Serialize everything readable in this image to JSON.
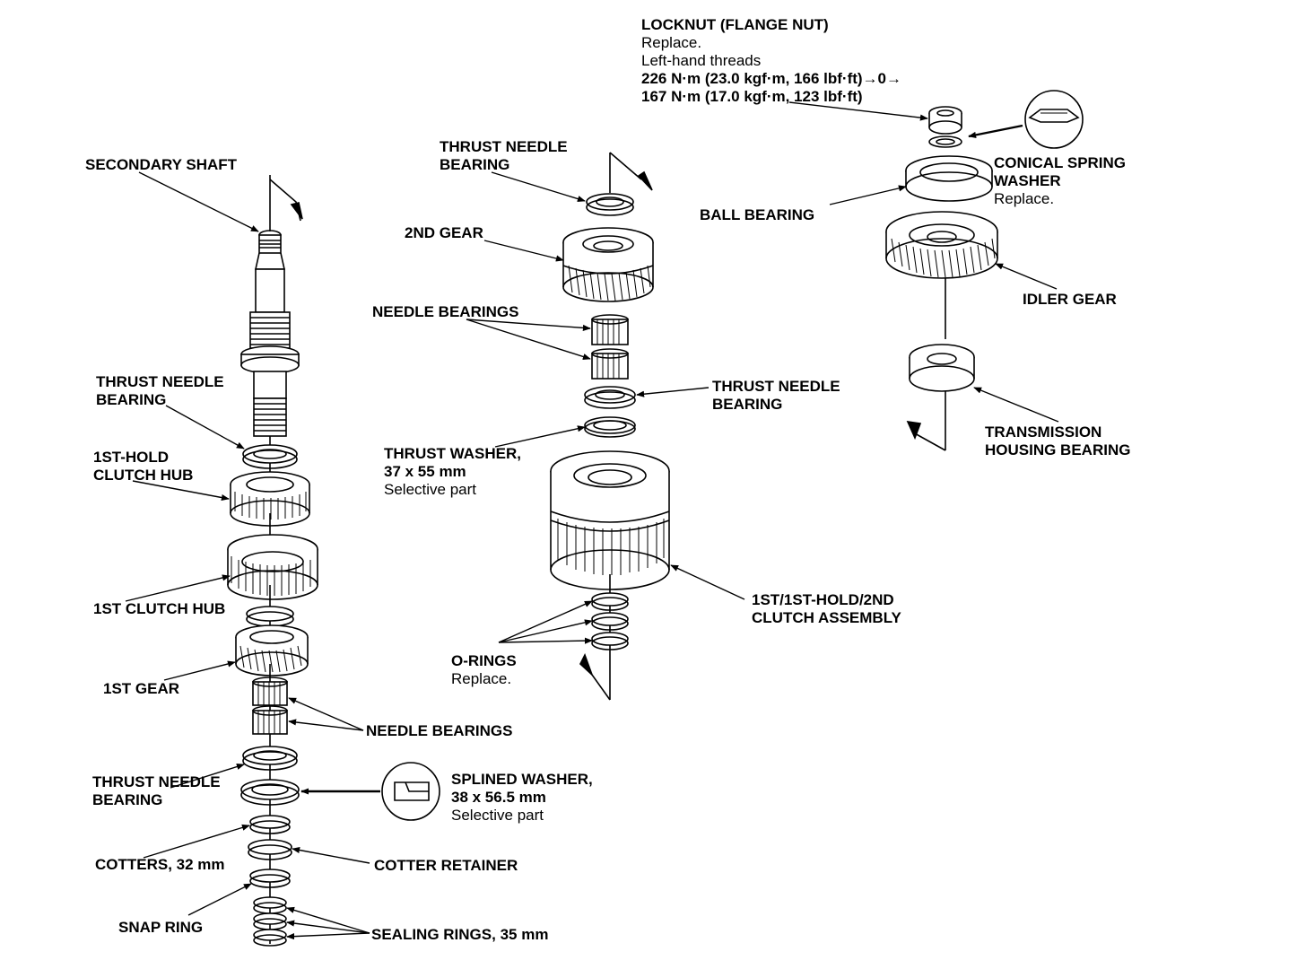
{
  "labels": {
    "locknut": {
      "title": "LOCKNUT (FLANGE NUT)",
      "note1": "Replace.",
      "note2": "Left-hand threads",
      "torque1": "226 N·m (23.0 kgf·m, 166 lbf·ft)→0→",
      "torque2": "167 N·m (17.0 kgf·m, 123 lbf·ft)"
    },
    "secondary_shaft": "SECONDARY SHAFT",
    "thrust_needle_bearing_top": {
      "line1": "THRUST NEEDLE",
      "line2": "BEARING"
    },
    "second_gear": "2ND GEAR",
    "conical_spring_washer": {
      "line1": "CONICAL SPRING",
      "line2": "WASHER",
      "note": "Replace."
    },
    "ball_bearing": "BALL BEARING",
    "idler_gear": "IDLER GEAR",
    "needle_bearings_mid": "NEEDLE BEARINGS",
    "thrust_needle_bearing_left": {
      "line1": "THRUST NEEDLE",
      "line2": "BEARING"
    },
    "thrust_needle_bearing_mid": {
      "line1": "THRUST NEEDLE",
      "line2": "BEARING"
    },
    "transmission_housing_bearing": {
      "line1": "TRANSMISSION",
      "line2": "HOUSING BEARING"
    },
    "first_hold_clutch_hub": {
      "line1": "1ST-HOLD",
      "line2": "CLUTCH HUB"
    },
    "thrust_washer": {
      "line1": "THRUST WASHER,",
      "line2": "37 x 55 mm",
      "note": "Selective part"
    },
    "clutch_assembly": {
      "line1": "1ST/1ST-HOLD/2ND",
      "line2": "CLUTCH ASSEMBLY"
    },
    "first_clutch_hub": "1ST CLUTCH HUB",
    "o_rings": {
      "line1": "O-RINGS",
      "note": "Replace."
    },
    "first_gear": "1ST GEAR",
    "needle_bearings_low": "NEEDLE BEARINGS",
    "thrust_needle_bearing_low": {
      "line1": "THRUST NEEDLE",
      "line2": "BEARING"
    },
    "splined_washer": {
      "line1": "SPLINED WASHER,",
      "line2": "38 x 56.5 mm",
      "note": "Selective part"
    },
    "cotters": "COTTERS, 32 mm",
    "cotter_retainer": "COTTER RETAINER",
    "snap_ring": "SNAP RING",
    "sealing_rings": "SEALING RINGS, 35 mm"
  }
}
